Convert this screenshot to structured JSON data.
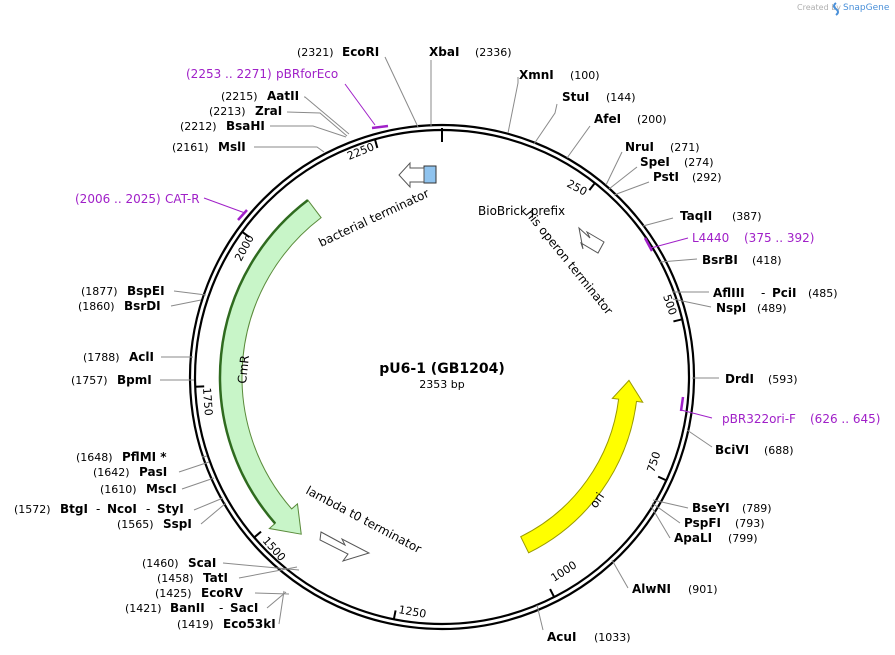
{
  "app": {
    "created_by": "Created by",
    "brand": "SnapGene",
    "brand_color": "#4a90d9"
  },
  "plasmid": {
    "name": "pU6-1 (GB1204)",
    "length_label": "2353 bp",
    "length": 2353,
    "tick_labels": [
      "250",
      "500",
      "750",
      "1000",
      "1250",
      "1500",
      "1750",
      "2000",
      "2250"
    ]
  },
  "features": [
    {
      "name": "CmR",
      "start": 1450,
      "end": 2110,
      "direction": "reverse",
      "color": "#c8f5c8"
    },
    {
      "name": "ori",
      "start": 1005,
      "end": 595,
      "direction": "reverse",
      "color": "#ffff00"
    },
    {
      "name": "BioBrick prefix",
      "color": "#8fc3ee"
    },
    {
      "name": "bacterial terminator"
    },
    {
      "name": "his operon terminator"
    },
    {
      "name": "lambda t0 terminator"
    }
  ],
  "enzymes": [
    {
      "name": "EcoRI",
      "pos": "(2321)"
    },
    {
      "name": "XbaI",
      "pos": "(2336)"
    },
    {
      "name": "XmnI",
      "pos": "(100)"
    },
    {
      "name": "StuI",
      "pos": "(144)"
    },
    {
      "name": "AfeI",
      "pos": "(200)"
    },
    {
      "name": "NruI",
      "pos": "(271)"
    },
    {
      "name": "SpeI",
      "pos": "(274)"
    },
    {
      "name": "PstI",
      "pos": "(292)"
    },
    {
      "name": "TaqII",
      "pos": "(387)"
    },
    {
      "name": "BsrBI",
      "pos": "(418)"
    },
    {
      "name": "AflIII",
      "sep": "-",
      "name2": "PciI",
      "pos": "(485)"
    },
    {
      "name": "NspI",
      "pos": "(489)"
    },
    {
      "name": "DrdI",
      "pos": "(593)"
    },
    {
      "name": "BciVI",
      "pos": "(688)"
    },
    {
      "name": "BseYI",
      "pos": "(789)"
    },
    {
      "name": "PspFI",
      "pos": "(793)"
    },
    {
      "name": "ApaLI",
      "pos": "(799)"
    },
    {
      "name": "AlwNI",
      "pos": "(901)"
    },
    {
      "name": "AcuI",
      "pos": "(1033)"
    },
    {
      "name": "Eco53kI",
      "pos": "(1419)"
    },
    {
      "name": "BanII",
      "sep": "-",
      "name2": "SacI",
      "pos": "(1421)"
    },
    {
      "name": "EcoRV",
      "pos": "(1425)"
    },
    {
      "name": "TatI",
      "pos": "(1458)"
    },
    {
      "name": "ScaI",
      "pos": "(1460)"
    },
    {
      "name": "SspI",
      "pos": "(1565)"
    },
    {
      "name": "BtgI",
      "sep": "-",
      "name2": "NcoI",
      "sep2": "-",
      "name3": "StyI",
      "pos": "(1572)"
    },
    {
      "name": "MscI",
      "pos": "(1610)"
    },
    {
      "name": "PasI",
      "pos": "(1642)"
    },
    {
      "name": "PflMI *",
      "pos": "(1648)"
    },
    {
      "name": "BpmI",
      "pos": "(1757)"
    },
    {
      "name": "AclI",
      "pos": "(1788)"
    },
    {
      "name": "BsrDI",
      "pos": "(1860)"
    },
    {
      "name": "BspEI",
      "pos": "(1877)"
    },
    {
      "name": "MslI",
      "pos": "(2161)"
    },
    {
      "name": "BsaHI",
      "pos": "(2212)"
    },
    {
      "name": "ZraI",
      "pos": "(2213)"
    },
    {
      "name": "AatII",
      "pos": "(2215)"
    }
  ],
  "primers": [
    {
      "name": "pBRforEco",
      "range": "(2253 .. 2271)",
      "color": "#a020c8"
    },
    {
      "name": "CAT-R",
      "range": "(2006 .. 2025)",
      "color": "#a020c8"
    },
    {
      "name": "L4440",
      "range": "(375 .. 392)",
      "color": "#a020c8"
    },
    {
      "name": "pBR322ori-F",
      "range": "(626 .. 645)",
      "color": "#a020c8"
    }
  ]
}
